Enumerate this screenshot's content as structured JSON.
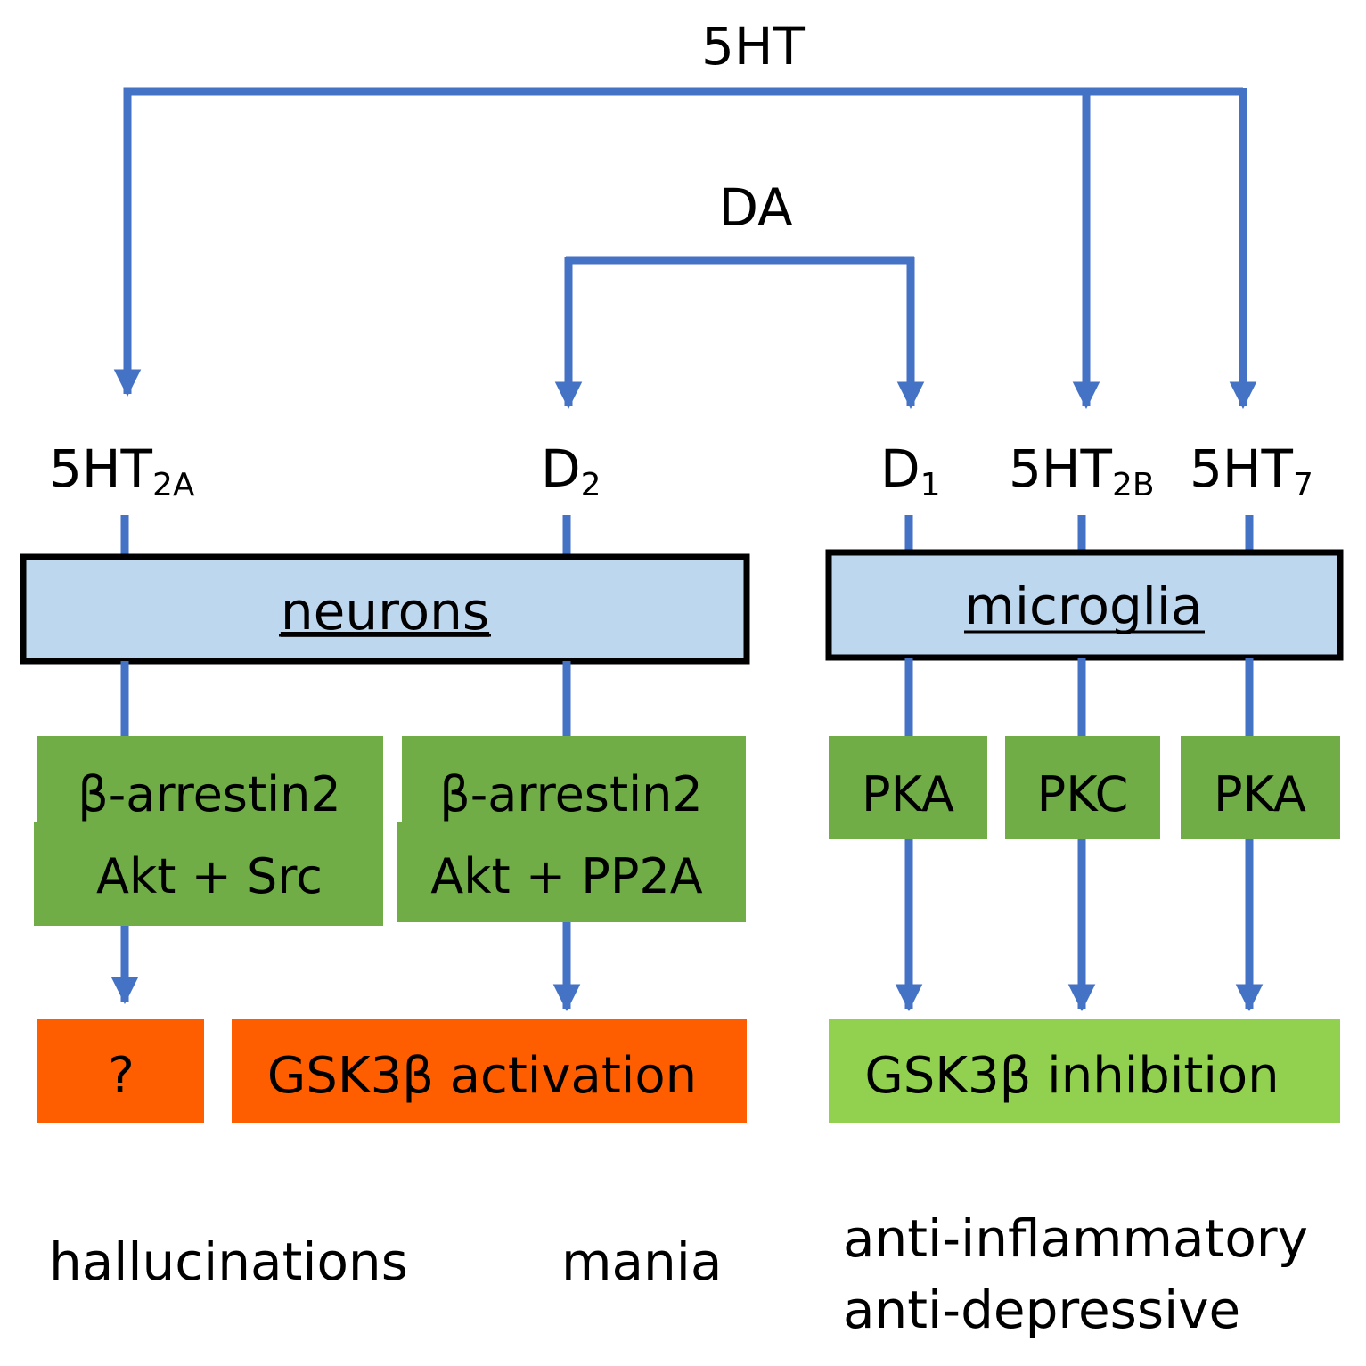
{
  "ligands": {
    "serotonin": "5HT",
    "dopamine": "DA"
  },
  "receptors": {
    "r5ht2a": {
      "base": "5HT",
      "sub": "2A"
    },
    "d2": {
      "base": "D",
      "sub": "2"
    },
    "d1": {
      "base": "D",
      "sub": "1"
    },
    "r5ht2b": {
      "base": "5HT",
      "sub": "2B"
    },
    "r5ht7": {
      "base": "5HT",
      "sub": "7"
    }
  },
  "cells": {
    "neurons": "neurons",
    "microglia": "microglia"
  },
  "kinases": {
    "k1_line1": "β-arrestin2",
    "k1_line2": "Akt + Src",
    "k2_line1": "β-arrestin2",
    "k2_line2": "Akt + PP2A",
    "k3": "PKA",
    "k4": "PKC",
    "k5": "PKA"
  },
  "outcomes": {
    "unknown": "?",
    "activation": "GSK3β activation",
    "inhibition": "GSK3β inhibition"
  },
  "effects": {
    "hallucinations": "hallucinations",
    "mania": "mania",
    "anti_inflammatory": "anti-inflammatory",
    "anti_depressive": "anti-depressive"
  },
  "colors": {
    "arrow": "#4472c4",
    "cell_fill": "#bdd7ee",
    "kinase_fill": "#70ad47",
    "activation_fill": "#ff5e00",
    "inhibition_fill": "#92d050"
  }
}
